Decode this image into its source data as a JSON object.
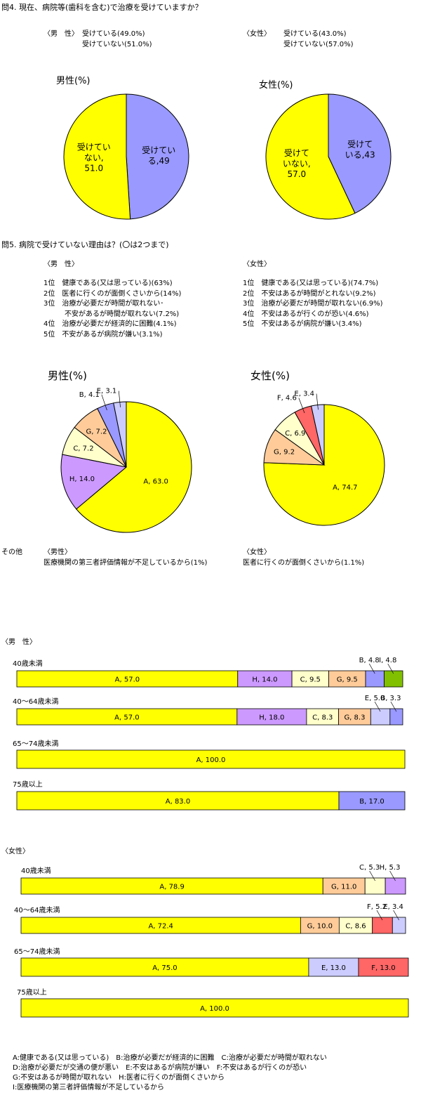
{
  "q4": {
    "title": "問4. 現在、病院等(歯科を含む)で治療を受けていますか？",
    "male": {
      "tag": "〈男　性〉",
      "lines": [
        "受けている(49.0%)",
        "受けていない(51.0%)"
      ]
    },
    "female": {
      "tag": "〈女性〉",
      "lines": [
        "受けている(43.0%)",
        "受けていない(57.0%)"
      ]
    }
  },
  "q5": {
    "title": "問5. 病院で受けていない理由は？(〇は2つまで)",
    "male": {
      "tag": "〈男　性〉",
      "items": [
        "1位　健康である(又は思っている)(63%)",
        "2位　医者に行くのが面倒くさいから(14%)",
        "3位　治療が必要だが時間が取れない･",
        "　　　不安があるが時間が取れない(7.2%)",
        "4位　治療が必要だが経済的に困難(4.1%)",
        "5位　不安があるが病院が嫌い(3.1%)"
      ]
    },
    "female": {
      "tag": "〈女性〉",
      "items": [
        "1位　健康である(又は思っている)(74.7%)",
        "2位　不安はあるが時間がとれない(9.2%)",
        "3位　治療が必要だが時間が取れない(6.9%)",
        "4位　不安はあるが行くのが恐い(4.6%)",
        "5位　不安はあるが病院が嫌い(3.4%)"
      ]
    }
  },
  "other": {
    "label": "その他",
    "male_tag": "〈男性〉",
    "male_text": "医療機関の第三者評価情報が不足しているから(1%)",
    "female_tag": "〈女性〉",
    "female_text": "医者に行くのが面倒くさいから(1.1%)"
  },
  "section": {
    "male": "〈男　性〉",
    "female": "〈女性〉"
  },
  "legend": [
    "A:健康である(又は思っている)　B:治療が必要だが経済的に困難　C:治療が必要だが時間が取れない",
    "D:治療が必要だが交通の便が悪い　E:不安はあるが病院が嫌い　F:不安はあるが行くのが恐い",
    "G:不安はあるが時間が取れない　H:医者に行くのが面倒くさいから",
    "I:医療機関の第三者評価情報が不足しているから"
  ],
  "colors": {
    "A": "#ffff00",
    "B": "#9999ff",
    "C": "#ffffcc",
    "E": "#ccccff",
    "F": "#ff6666",
    "G": "#ffcc99",
    "H": "#cc99ff",
    "I": "#80c000"
  },
  "chart_data": [
    {
      "type": "pie",
      "title": "男性(%)",
      "slices": [
        {
          "label": "受けている,49",
          "value": 49,
          "color": "#9999ff"
        },
        {
          "label": "受けていない,51.0",
          "value": 51,
          "color": "#ffff00"
        }
      ]
    },
    {
      "type": "pie",
      "title": "女性(%)",
      "slices": [
        {
          "label": "受けている,43",
          "value": 43,
          "color": "#9999ff"
        },
        {
          "label": "受けていない,57.0",
          "value": 57,
          "color": "#ffff00"
        }
      ]
    },
    {
      "type": "pie",
      "title": "男性(%)",
      "slices": [
        {
          "key": "A",
          "value": 63.0
        },
        {
          "key": "H",
          "value": 14.0
        },
        {
          "key": "C",
          "value": 7.2
        },
        {
          "key": "G",
          "value": 7.2
        },
        {
          "key": "B",
          "value": 4.1
        },
        {
          "key": "E",
          "value": 3.1
        }
      ]
    },
    {
      "type": "pie",
      "title": "女性(%)",
      "slices": [
        {
          "key": "A",
          "value": 74.7
        },
        {
          "key": "G",
          "value": 9.2
        },
        {
          "key": "C",
          "value": 6.9
        },
        {
          "key": "F",
          "value": 4.6
        },
        {
          "key": "E",
          "value": 3.4
        }
      ]
    },
    {
      "type": "bar",
      "orientation": "horizontal-stacked",
      "group": "〈男　性〉",
      "rows": [
        {
          "label": "40歳未満",
          "segments": [
            {
              "key": "A",
              "value": 57.0
            },
            {
              "key": "H",
              "value": 14.0
            },
            {
              "key": "C",
              "value": 9.5
            },
            {
              "key": "G",
              "value": 9.5
            },
            {
              "key": "B",
              "value": 4.8
            },
            {
              "key": "I",
              "value": 4.8
            }
          ]
        },
        {
          "label": "40～64歳未満",
          "segments": [
            {
              "key": "A",
              "value": 57.0
            },
            {
              "key": "H",
              "value": 18.0
            },
            {
              "key": "C",
              "value": 8.3
            },
            {
              "key": "G",
              "value": 8.3
            },
            {
              "key": "E",
              "value": 5.0
            },
            {
              "key": "B",
              "value": 3.3
            }
          ]
        },
        {
          "label": "65～74歳未満",
          "segments": [
            {
              "key": "A",
              "value": 100.0
            }
          ]
        },
        {
          "label": "75歳以上",
          "segments": [
            {
              "key": "A",
              "value": 83.0
            },
            {
              "key": "B",
              "value": 17.0
            }
          ]
        }
      ]
    },
    {
      "type": "bar",
      "orientation": "horizontal-stacked",
      "group": "〈女性〉",
      "rows": [
        {
          "label": "40歳未満",
          "segments": [
            {
              "key": "A",
              "value": 78.9
            },
            {
              "key": "G",
              "value": 11.0
            },
            {
              "key": "C",
              "value": 5.3
            },
            {
              "key": "H",
              "value": 5.3
            }
          ]
        },
        {
          "label": "40～64歳未満",
          "segments": [
            {
              "key": "A",
              "value": 72.4
            },
            {
              "key": "G",
              "value": 10.0
            },
            {
              "key": "C",
              "value": 8.6
            },
            {
              "key": "F",
              "value": 5.2
            },
            {
              "key": "E",
              "value": 3.4
            }
          ]
        },
        {
          "label": "65～74歳未満",
          "segments": [
            {
              "key": "A",
              "value": 75.0
            },
            {
              "key": "E",
              "value": 13.0
            },
            {
              "key": "F",
              "value": 13.0
            }
          ]
        },
        {
          "label": "75歳以上",
          "segments": [
            {
              "key": "A",
              "value": 100.0
            }
          ]
        }
      ]
    }
  ]
}
